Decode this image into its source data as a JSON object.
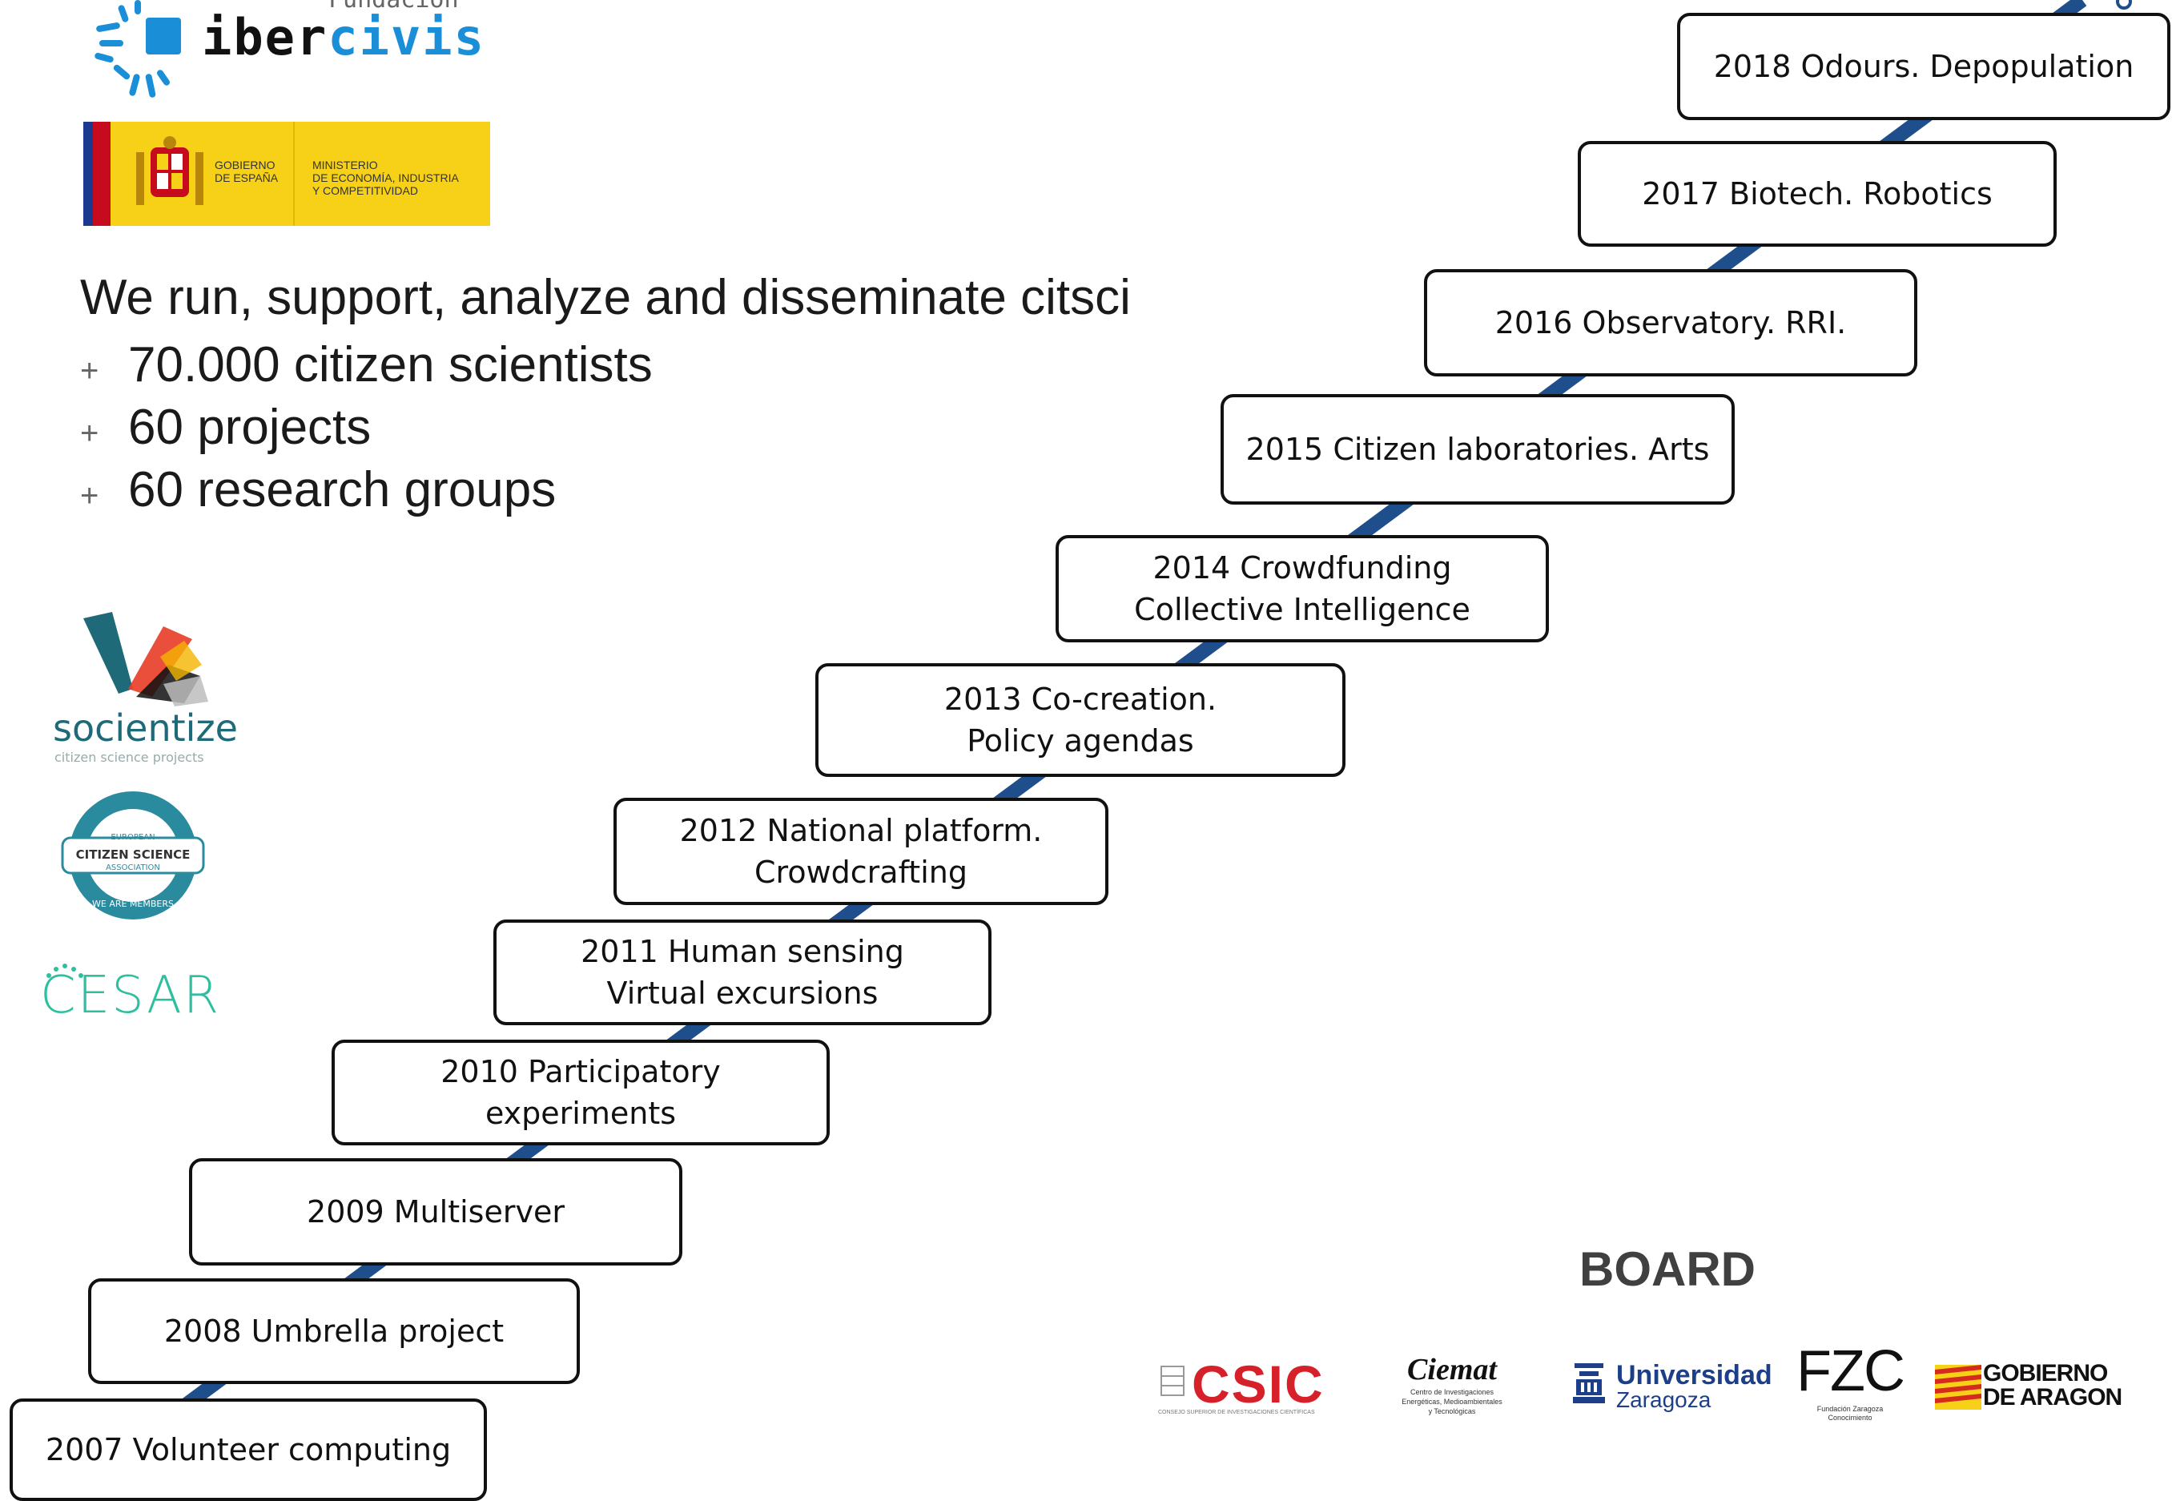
{
  "header": {
    "foundation_label": "Fundación",
    "org_name_dark": "iber",
    "org_name_blue": "civis",
    "ministry": {
      "gov_line1": "GOBIERNO",
      "gov_line2": "DE ESPAÑA",
      "min_line1": "MINISTERIO",
      "min_line2": "DE ECONOMÍA, INDUSTRIA",
      "min_line3": "Y COMPETITIVIDAD"
    }
  },
  "intro": {
    "headline": "We run, support, analyze and disseminate citsci",
    "bullets": [
      {
        "marker": "+",
        "text": "70.000 citizen scientists"
      },
      {
        "marker": "+",
        "text": "60 projects"
      },
      {
        "marker": "+",
        "text": "60 research groups"
      }
    ]
  },
  "partners": {
    "socientize_name": "socientize",
    "socientize_tag": "citizen science projects",
    "ecsa_top": "EUROPEAN",
    "ecsa_main": "CITIZEN SCIENCE",
    "ecsa_sub": "ASSOCIATION",
    "ecsa_ring": "WE ARE MEMBERS",
    "cesar_name": "CESAR"
  },
  "timeline": {
    "line_color": "#1f4e8c",
    "milestones": [
      {
        "year": "2007",
        "label": "2007 Volunteer computing"
      },
      {
        "year": "2008",
        "label": "2008 Umbrella project"
      },
      {
        "year": "2009",
        "label": "2009 Multiserver"
      },
      {
        "year": "2010",
        "label": "2010 Participatory\nexperiments"
      },
      {
        "year": "2011",
        "label": "2011 Human sensing\nVirtual excursions"
      },
      {
        "year": "2012",
        "label": "2012 National platform.\nCrowdcrafting"
      },
      {
        "year": "2013",
        "label": "2013 Co-creation.\nPolicy agendas"
      },
      {
        "year": "2014",
        "label": "2014 Crowdfunding\nCollective Intelligence"
      },
      {
        "year": "2015",
        "label": "2015 Citizen laboratories. Arts"
      },
      {
        "year": "2016",
        "label": "2016 Observatory. RRI."
      },
      {
        "year": "2017",
        "label": "2017 Biotech. Robotics"
      },
      {
        "year": "2018",
        "label": "2018 Odours. Depopulation"
      }
    ]
  },
  "board": {
    "title": "BOARD",
    "csic": "CSIC",
    "csic_sub": "CONSEJO SUPERIOR DE INVESTIGACIONES CIENTÍFICAS",
    "ciemat": "Ciemat",
    "ciemat_sub1": "Centro de Investigaciones",
    "ciemat_sub2": "Energéticas, Medioambientales",
    "ciemat_sub3": "y Tecnológicas",
    "unizar_line1": "Universidad",
    "unizar_line2": "Zaragoza",
    "fzc": "FZC",
    "fzc_sub1": "Fundación Zaragoza",
    "fzc_sub2": "Conocimiento",
    "aragon_line1": "GOBIERNO",
    "aragon_line2": "DE ARAGON"
  },
  "colors": {
    "timeline_blue": "#1f4e8c",
    "ibercivis_blue": "#1a8fd8",
    "spain_yellow": "#f7d117",
    "spain_red": "#c60b1e",
    "socientize_teal": "#1e6a78",
    "ecsa_teal": "#2b8b9e",
    "cesar_green": "#2fbf9f",
    "csic_red": "#d6202a",
    "unizar_blue": "#1d3f8a",
    "aragon_red": "#d52b1e"
  }
}
